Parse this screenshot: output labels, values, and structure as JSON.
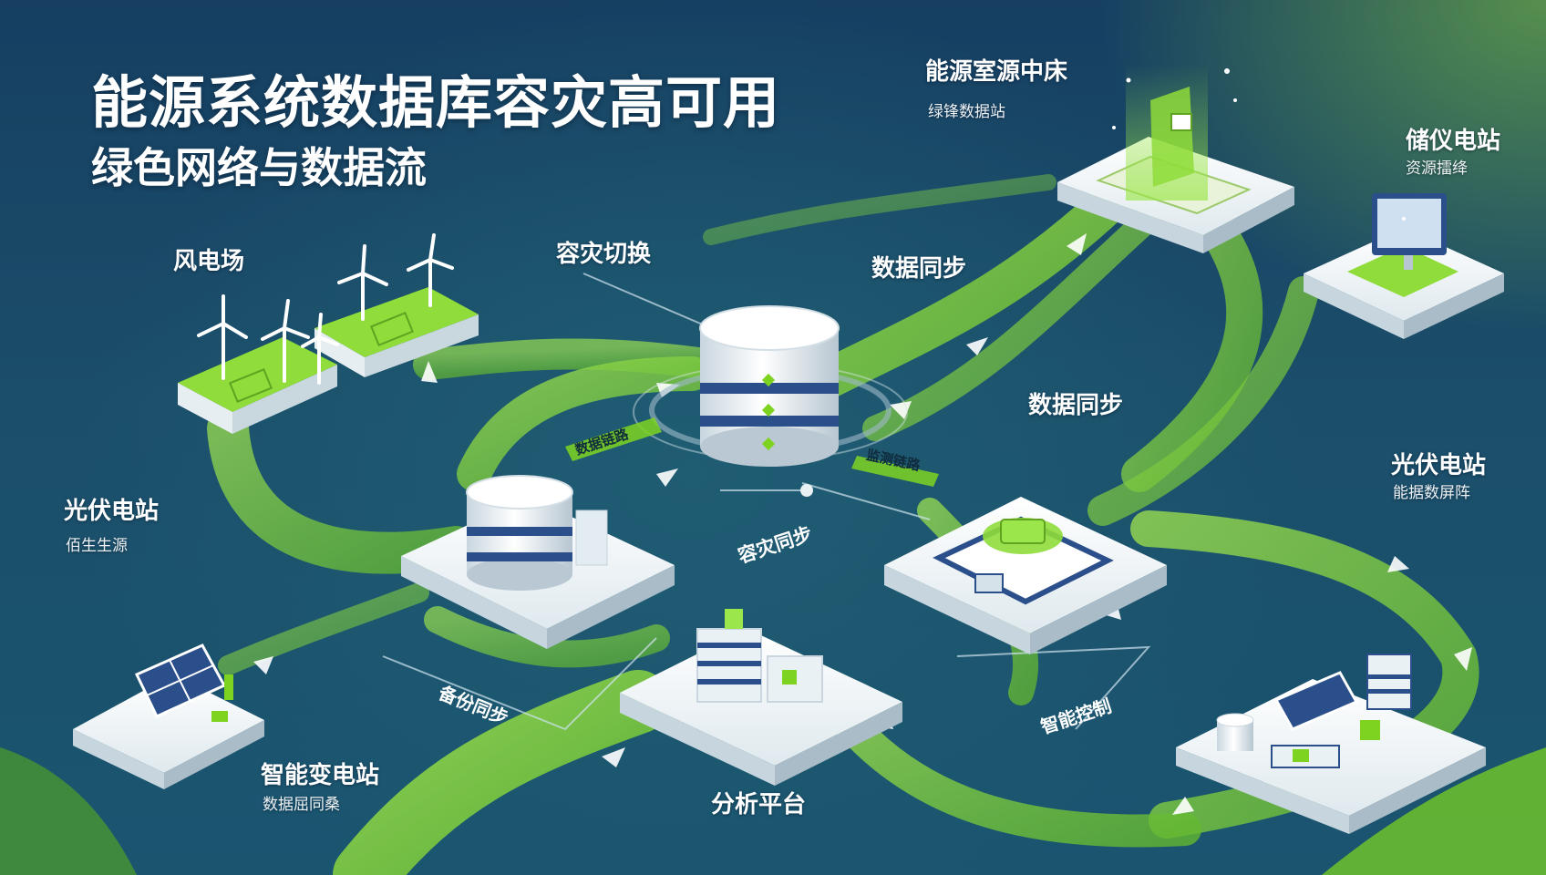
{
  "title": "能源系统数据库容灾高可用",
  "subtitle": "绿色网络与数据流",
  "nodes": {
    "top_center": {
      "title": "能源室源中床",
      "caption": "绿锋数据站"
    },
    "top_right": {
      "title": "储仪电站",
      "caption": "资源擂绛"
    },
    "wind_farm": {
      "title": "风电场"
    },
    "pv_left": {
      "title": "光伏电站",
      "caption": "佰生生源"
    },
    "pv_right": {
      "title": "光伏电站",
      "caption": "能据数屏阵"
    },
    "substation": {
      "title": "智能变电站",
      "caption": "数据屈同桑"
    },
    "analytics": {
      "title": "分析平台"
    }
  },
  "flow_labels": {
    "failover": "容灾切换",
    "sync_upper": "数据同步",
    "sync_mid": "数据同步",
    "center_arc": "容灾同步",
    "left_badge": "备份同步",
    "right_badge": "智能控制",
    "link_left": "数据链路",
    "link_right": "监测链路"
  },
  "colors": {
    "bg_dark": "#163f62",
    "flow_green": "#8fdc3a",
    "platform_white": "#eef4f6",
    "accent_green": "#7ed321",
    "db_band": "#2a4f8a"
  }
}
